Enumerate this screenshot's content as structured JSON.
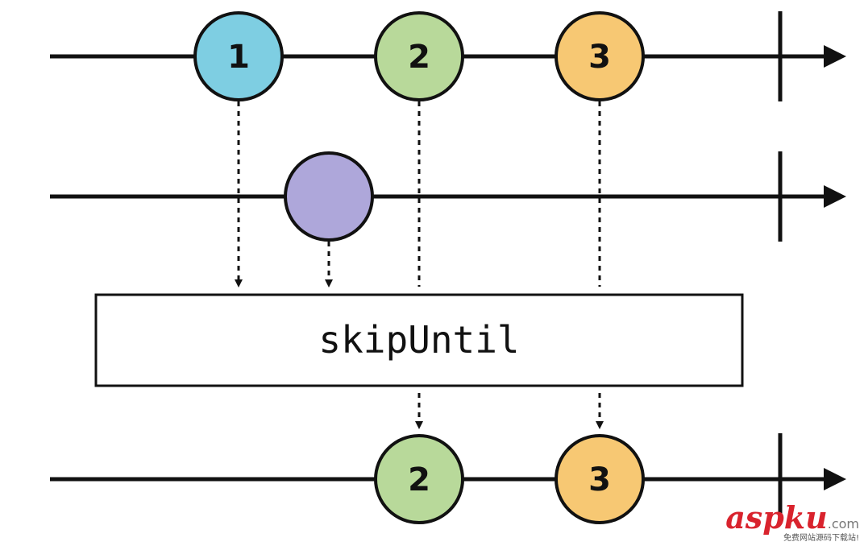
{
  "operator": {
    "name": "skipUntil"
  },
  "source": {
    "marbles": [
      {
        "label": "1",
        "color": "#7ecee2"
      },
      {
        "label": "2",
        "color": "#b8d99a"
      },
      {
        "label": "3",
        "color": "#f7c873"
      }
    ]
  },
  "trigger": {
    "marbles": [
      {
        "label": "",
        "color": "#aea7da"
      }
    ]
  },
  "output": {
    "marbles": [
      {
        "label": "2",
        "color": "#b8d99a"
      },
      {
        "label": "3",
        "color": "#f7c873"
      }
    ]
  },
  "watermark": {
    "brand": "aspku",
    "suffix": ".com",
    "tagline": "免费网站源码下载站!"
  }
}
